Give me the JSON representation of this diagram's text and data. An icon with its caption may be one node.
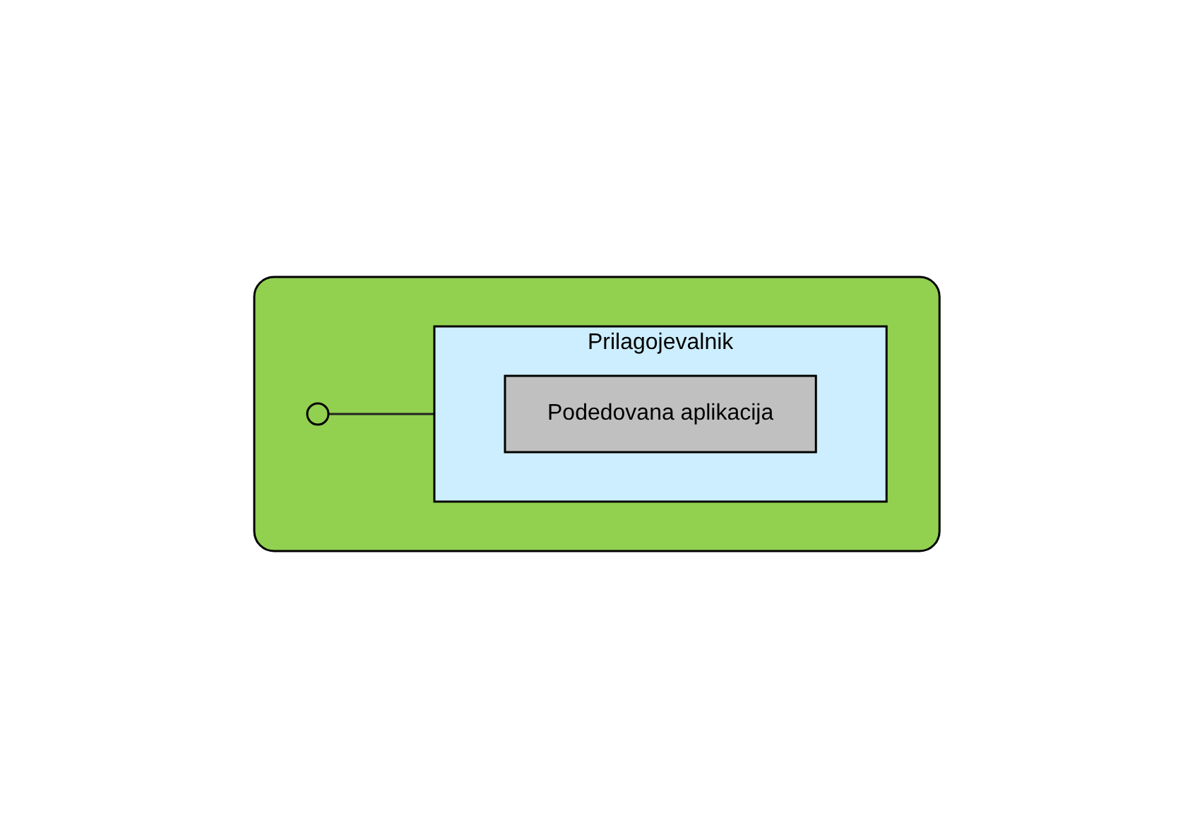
{
  "diagram": {
    "nodes": [
      {
        "text": [],
        "shape": "box"
      },
      {
        "text": [
          "Prilagojevalnik"
        ],
        "in": 0
      },
      {
        "text": [
          "Podedovana aplikacija"
        ],
        "in": 1
      },
      {
        "text": [],
        "shape": "circle",
        "in": 0
      }
    ],
    "edges": [
      {
        "from": 3,
        "to": 1,
        "arrow": "none"
      }
    ]
  }
}
